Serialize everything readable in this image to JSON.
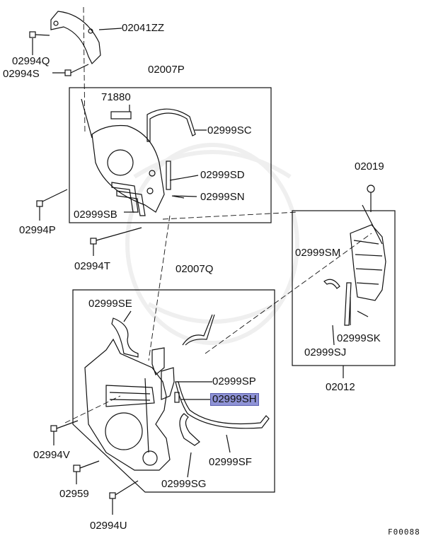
{
  "figure_code": "F00088",
  "highlighted_part": "02999SH",
  "parts": {
    "p02041ZZ": "02041ZZ",
    "p02994Q": "02994Q",
    "p02994S": "02994S",
    "p02007P": "02007P",
    "p71880": "71880",
    "p02999SC": "02999SC",
    "p02999SD": "02999SD",
    "p02999SN": "02999SN",
    "p02999SB": "02999SB",
    "p02994P": "02994P",
    "p02994T": "02994T",
    "p02007Q": "02007Q",
    "p02999SE": "02999SE",
    "p02999SP": "02999SP",
    "p02999SH": "02999SH",
    "p02999SF": "02999SF",
    "p02999SG": "02999SG",
    "p02994V": "02994V",
    "p02959": "02959",
    "p02994U": "02994U",
    "p02019": "02019",
    "p02999SM": "02999SM",
    "p02999SK": "02999SK",
    "p02999SJ": "02999SJ",
    "p02012": "02012"
  }
}
